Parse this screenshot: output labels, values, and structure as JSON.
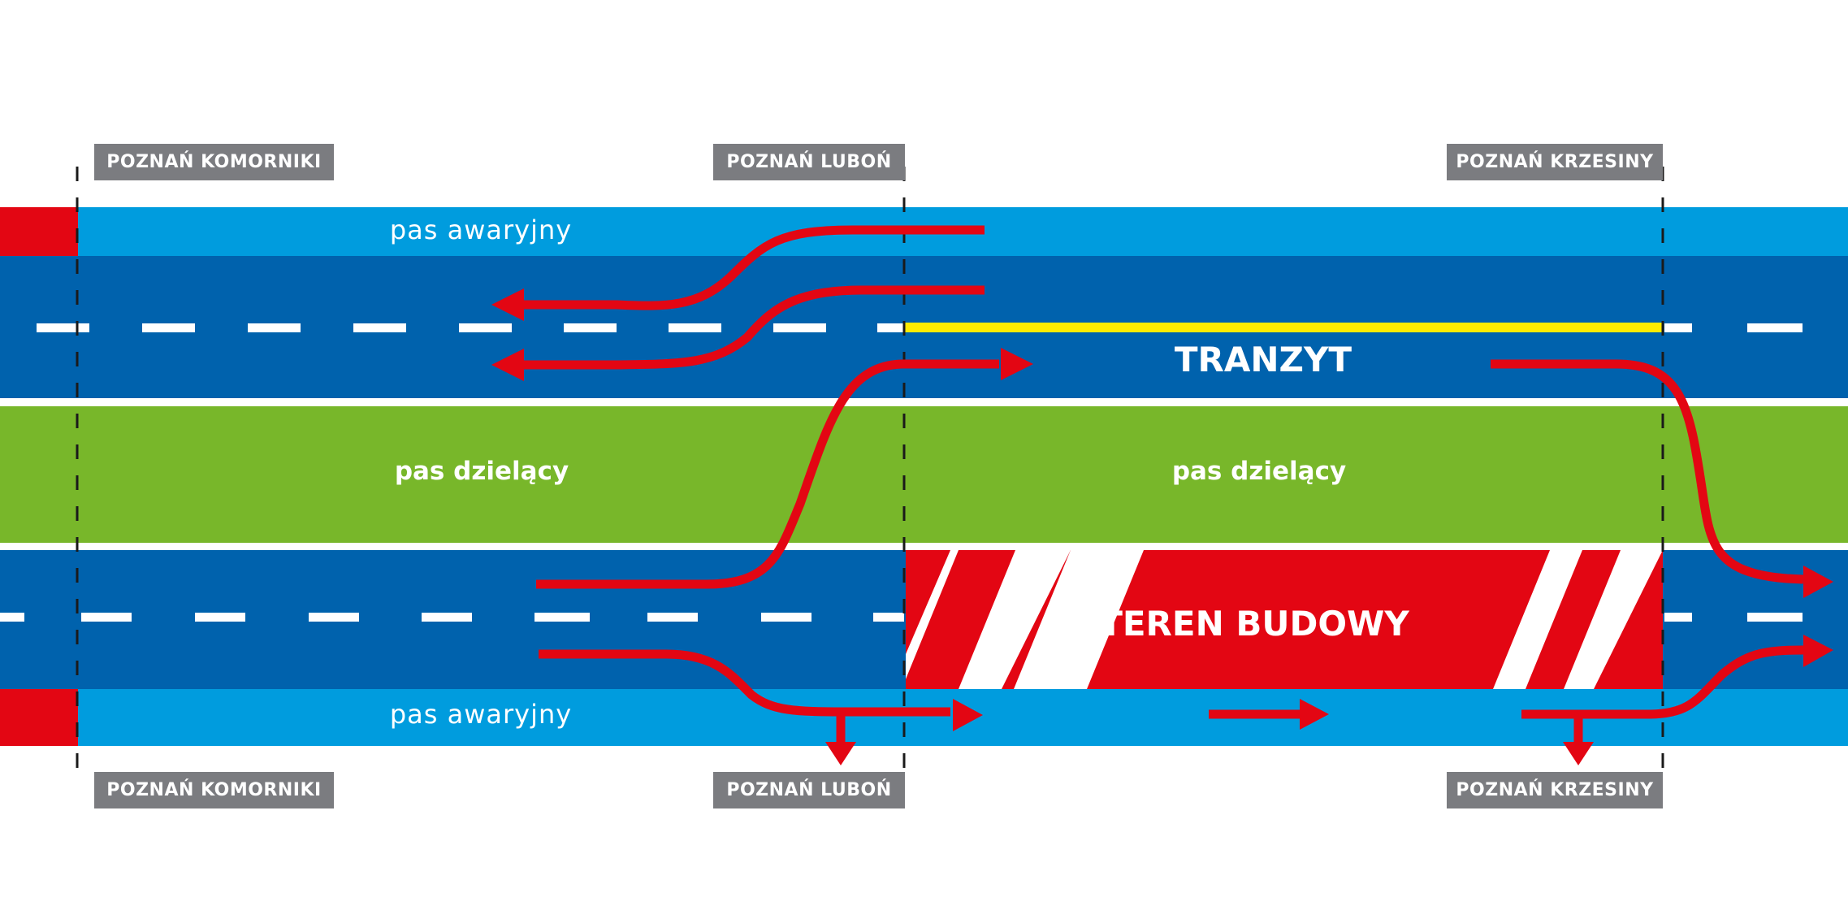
{
  "colors": {
    "shoulder": "#009cde",
    "carriageway": "#0062ad",
    "median": "#78b72a",
    "warning": "#e30613",
    "yellow_line": "#ffeb00",
    "label_bg": "#7b7c80",
    "white": "#ffffff"
  },
  "junctions": {
    "top": [
      "POZNAŃ KOMORNIKI",
      "POZNAŃ LUBOŃ",
      "POZNAŃ KRZESINY"
    ],
    "bottom": [
      "POZNAŃ KOMORNIKI",
      "POZNAŃ LUBOŃ",
      "POZNAŃ KRZESINY"
    ]
  },
  "lanes": {
    "shoulder_top": "pas awaryjny",
    "shoulder_bottom": "pas awaryjny",
    "median_left": "pas dzielący",
    "median_right": "pas dzielący",
    "transit": "TRANZYT",
    "construction": "TEREN BUDOWY"
  }
}
